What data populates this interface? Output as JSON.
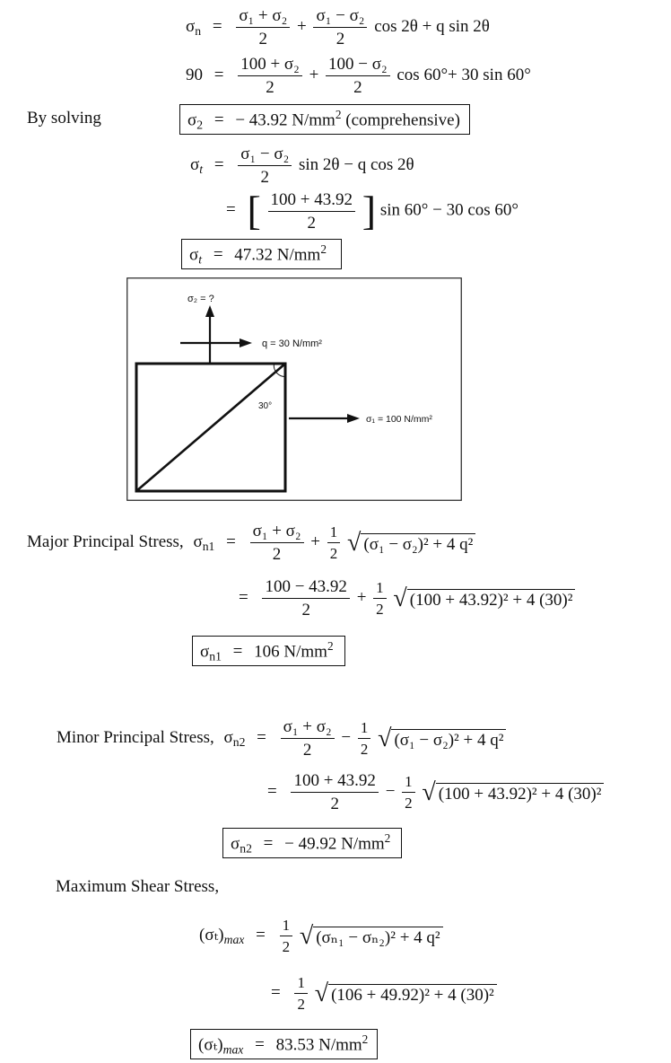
{
  "eq1": {
    "lhs_sym": "σ",
    "lhs_sub": "n",
    "f1_num": "σ₁ + σ₂",
    "f1_den": "2",
    "f2_num": "σ₁ − σ₂",
    "f2_den": "2",
    "tail": "cos 2θ + q sin 2θ"
  },
  "eq2": {
    "lhs": "90",
    "f1_num": "100 + σ₂",
    "f1_den": "2",
    "f2_num": "100 − σ₂",
    "f2_den": "2",
    "tail": "cos 60°+ 30 sin 60°"
  },
  "eq3": {
    "label": "By solving",
    "box_sym": "σ",
    "box_sub": "2",
    "box_val": "− 43.92 N/mm",
    "box_sup": "2",
    "box_note": "(comprehensive)"
  },
  "eq4": {
    "lhs_sym": "σ",
    "lhs_sub": "t",
    "f_num": "σ₁ − σ₂",
    "f_den": "2",
    "tail": "sin 2θ − q cos 2θ"
  },
  "eq5": {
    "f_num": "100 + 43.92",
    "f_den": "2",
    "tail": "sin 60° − 30 cos 60°"
  },
  "eq6": {
    "box_sym": "σ",
    "box_sub": "t",
    "box_val": "47.32 N/mm",
    "box_sup": "2"
  },
  "diagram": {
    "sigma2_label": "σ₂ = ?",
    "q_label": "q = 30 N/mm²",
    "angle_label": "30°",
    "sigma1_label": "σ₁ = 100 N/mm²"
  },
  "eq7": {
    "label": "Major Principal Stress,",
    "lhs_sym": "σ",
    "lhs_sub": "n1",
    "f1_num": "σ₁ + σ₂",
    "f1_den": "2",
    "f2_num": "1",
    "f2_den": "2",
    "rad": "(σ₁ − σ₂)² + 4 q²"
  },
  "eq8": {
    "f1_num": "100 − 43.92",
    "f1_den": "2",
    "f2_num": "1",
    "f2_den": "2",
    "rad": "(100 + 43.92)² + 4 (30)²"
  },
  "eq9": {
    "box_sym": "σ",
    "box_sub": "n1",
    "box_val": "106 N/mm",
    "box_sup": "2"
  },
  "eq10": {
    "label": "Minor Principal Stress,",
    "lhs_sym": "σ",
    "lhs_sub": "n2",
    "f1_num": "σ₁ + σ₂",
    "f1_den": "2",
    "f2_num": "1",
    "f2_den": "2",
    "rad": "(σ₁ − σ₂)² + 4 q²"
  },
  "eq11": {
    "f1_num": "100 + 43.92",
    "f1_den": "2",
    "f2_num": "1",
    "f2_den": "2",
    "rad": "(100 + 43.92)² + 4 (30)²"
  },
  "eq12": {
    "box_sym": "σ",
    "box_sub": "n2",
    "box_val": "− 49.92 N/mm",
    "box_sup": "2"
  },
  "eq13": {
    "label": "Maximum Shear Stress,"
  },
  "eq14": {
    "lhs": "(σₜ)",
    "lhs_sub": "max",
    "f_num": "1",
    "f_den": "2",
    "rad": "(σₙ₁ − σₙ₂)² + 4 q²"
  },
  "eq15": {
    "f_num": "1",
    "f_den": "2",
    "rad": "(106 + 49.92)² + 4 (30)²"
  },
  "eq16": {
    "box_lhs": "(σₜ)",
    "box_sub": "max",
    "box_val": "83.53 N/mm",
    "box_sup": "2"
  },
  "eq_sign": "="
}
